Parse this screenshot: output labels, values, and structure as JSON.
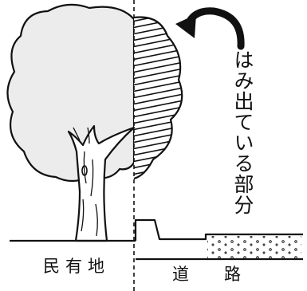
{
  "caption": "はみ出ている部分",
  "labels": {
    "private_land": "民有地",
    "road": "道路"
  },
  "colors": {
    "ink": "#111111",
    "canopy_fill": "#ececec",
    "background": "#ffffff"
  },
  "icons": [
    "curved-arrow-icon"
  ]
}
